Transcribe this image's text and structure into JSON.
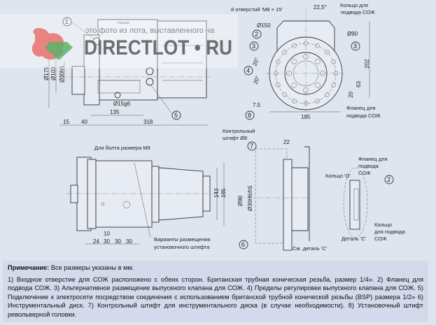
{
  "watermark": {
    "caption": "это фото из лота, выставленного на",
    "brand": "DIRECTLOT • RU"
  },
  "side_view": {
    "callouts": [
      "1",
      "5"
    ],
    "dims": {
      "d175": "Ø175",
      "d103": "Ø103",
      "d30": "Ø30h5",
      "d15": "Ø15g6",
      "l135": "135",
      "l15": "15",
      "l40": "40",
      "l318": "318"
    },
    "nameplate": "PRAGATI"
  },
  "front_view": {
    "holes_label": "8 отверстий 'M8 × 15'",
    "angle": "22,5°",
    "ring_label": [
      "Кольцо для",
      "подвода СОЖ"
    ],
    "flange_label": [
      "Фланец для",
      "подвода СОЖ"
    ],
    "dims": {
      "d150": "Ø150",
      "d90": "Ø90",
      "h202": "202",
      "h63": "63",
      "h20": "20",
      "a20a": "20°",
      "a20b": "20°",
      "h75": "7.5",
      "w185": "185"
    },
    "callouts": [
      "2",
      "3",
      "3",
      "4",
      "8"
    ]
  },
  "top_view": {
    "bolt_label": "Для болта размера M8",
    "pin_label": [
      "Варианты размещения",
      "установочного штифта"
    ],
    "dims": {
      "d10": "10",
      "d24": "24",
      "d30a": "30",
      "d30b": "30",
      "d30c": "30",
      "h143": "143",
      "h165": "165"
    }
  },
  "section_view": {
    "pin_label": [
      "Контрольный",
      "штифт Ø8"
    ],
    "dims": {
      "w22": "22",
      "d90": "Ø90",
      "d30": "Ø30H6/h5"
    },
    "callouts": [
      "7",
      "6"
    ],
    "see_detail": "См. деталь 'C'"
  },
  "detail_view": {
    "flange_label": [
      "Фланец для",
      "подвода",
      "СОЖ"
    ],
    "oring_label": "Кольцо 'O'",
    "ring_label": [
      "Кольцо",
      "для подвода",
      "СОЖ"
    ],
    "title": "Деталь 'C'",
    "callout": "2"
  },
  "note": {
    "heading": "Примечание:",
    "heading_rest": " Все размеры указаны в мм.",
    "text": "1) Входное отверстие для СОЖ расположено с обеих сторон. Британская трубная коническая резьба, размер 1/4». 2) Фланец для подвода СОЖ. 3) Альтернативное размещение выпускного клапана для СОЖ. 4) Пределы регулировки выпускного клапана для СОЖ. 5) Подключение к электросети посредством соединения с использованием британской трубной конической резьбы (BSP) размера 1/2» 6) Инструментальный диск. 7) Контрольный штифт для инструментального диска (в случае необходимости). 8) Установочный штифт револьверной головки."
  }
}
